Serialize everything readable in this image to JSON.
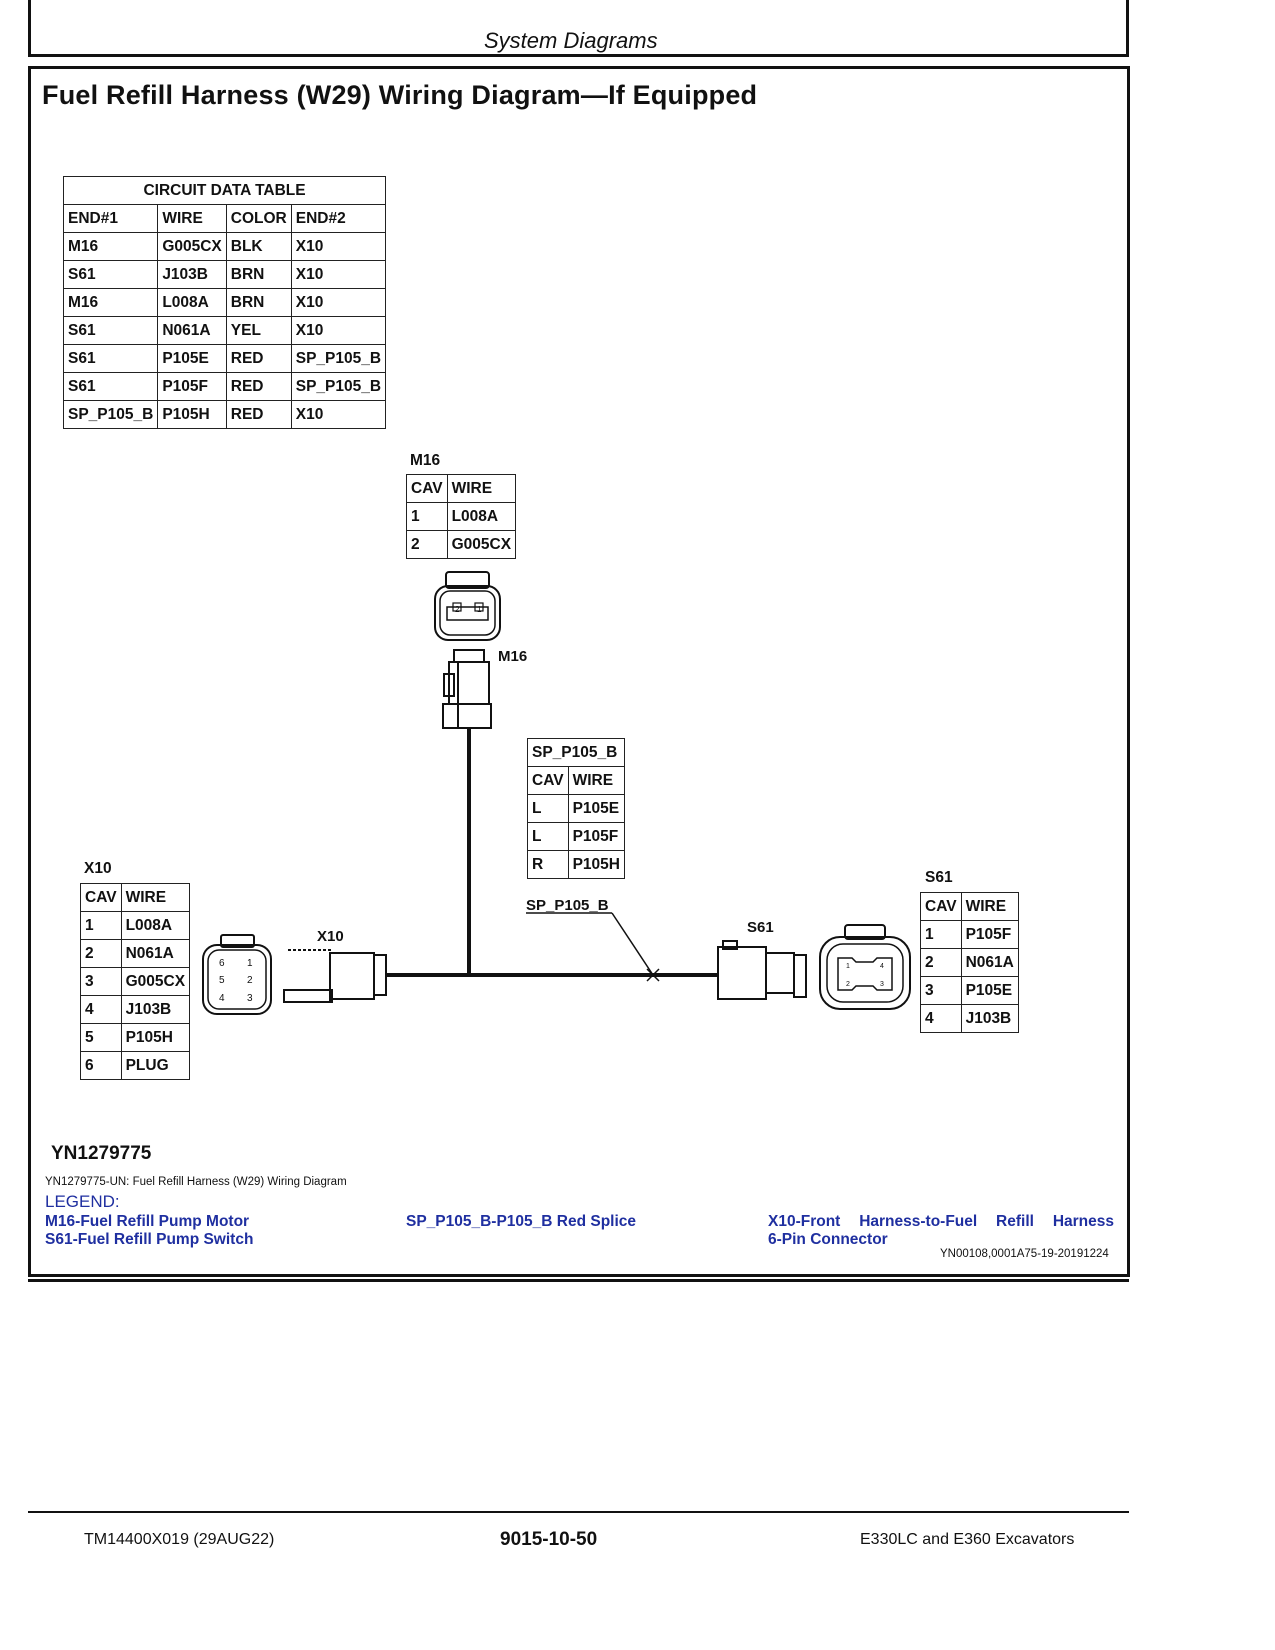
{
  "header": {
    "section": "System Diagrams"
  },
  "title": "Fuel Refill Harness (W29) Wiring Diagram—If Equipped",
  "circuit_table": {
    "caption": "CIRCUIT DATA TABLE",
    "columns": [
      "END#1",
      "WIRE",
      "COLOR",
      "END#2"
    ],
    "rows": [
      [
        "M16",
        "G005CX",
        "BLK",
        "X10"
      ],
      [
        "S61",
        "J103B",
        "BRN",
        "X10"
      ],
      [
        "M16",
        "L008A",
        "BRN",
        "X10"
      ],
      [
        "S61",
        "N061A",
        "YEL",
        "X10"
      ],
      [
        "S61",
        "P105E",
        "RED",
        "SP_P105_B"
      ],
      [
        "S61",
        "P105F",
        "RED",
        "SP_P105_B"
      ],
      [
        "SP_P105_B",
        "P105H",
        "RED",
        "X10"
      ]
    ]
  },
  "m16_table": {
    "name": "M16",
    "columns": [
      "CAV",
      "WIRE"
    ],
    "rows": [
      [
        "1",
        "L008A"
      ],
      [
        "2",
        "G005CX"
      ]
    ]
  },
  "splice_table": {
    "name": "SP_P105_B",
    "columns": [
      "CAV",
      "WIRE"
    ],
    "rows": [
      [
        "L",
        "P105E"
      ],
      [
        "L",
        "P105F"
      ],
      [
        "R",
        "P105H"
      ]
    ]
  },
  "x10_table": {
    "name": "X10",
    "columns": [
      "CAV",
      "WIRE"
    ],
    "rows": [
      [
        "1",
        "L008A"
      ],
      [
        "2",
        "N061A"
      ],
      [
        "3",
        "G005CX"
      ],
      [
        "4",
        "J103B"
      ],
      [
        "5",
        "P105H"
      ],
      [
        "6",
        "PLUG"
      ]
    ]
  },
  "s61_table": {
    "name": "S61",
    "columns": [
      "CAV",
      "WIRE"
    ],
    "rows": [
      [
        "1",
        "P105F"
      ],
      [
        "2",
        "N061A"
      ],
      [
        "3",
        "P105E"
      ],
      [
        "4",
        "J103B"
      ]
    ]
  },
  "diagram_labels": {
    "m16_connector": "M16",
    "x10_connector": "X10",
    "s61_connector": "S61",
    "splice": "SP_P105_B",
    "m16_face_pins": [
      "2",
      "1"
    ],
    "x10_face_pins": [
      "6",
      "1",
      "5",
      "2",
      "4",
      "3"
    ],
    "s61_face_pins": [
      "1",
      "4",
      "2",
      "3"
    ]
  },
  "figure": {
    "id": "YN1279775",
    "caption": "YN1279775-UN: Fuel Refill Harness (W29) Wiring Diagram"
  },
  "legend": {
    "heading": "LEGEND:",
    "items": [
      "M16-Fuel Refill Pump Motor",
      "S61-Fuel Refill Pump Switch",
      "SP_P105_B-P105_B Red Splice",
      "X10-Front Harness-to-Fuel Refill Harness",
      "6-Pin Connector"
    ],
    "reference": "YN00108,0001A75-19-20191224"
  },
  "footer": {
    "left": "TM14400X019 (29AUG22)",
    "center": "9015-10-50",
    "right": "E330LC and E360 Excavators"
  },
  "colors": {
    "legend_text": "#1f2fa0",
    "ink": "#111111"
  }
}
